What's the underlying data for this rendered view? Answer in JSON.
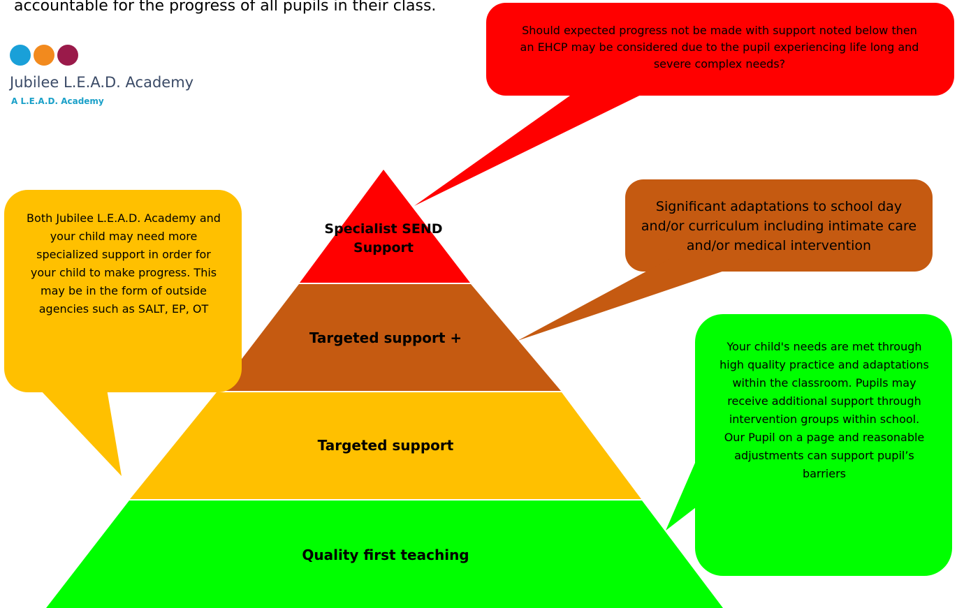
{
  "intro_text": "accountable for the progress of all pupils in their class.",
  "logo": {
    "dot_colors": [
      "#1aa0d8",
      "#f28a1e",
      "#9a1a4a"
    ],
    "school_name": "Jubilee L.E.A.D. Academy",
    "tagline": "A L.E.A.D. Academy"
  },
  "pyramid": {
    "tiers": [
      {
        "label": "Specialist SEND Support",
        "color": "#ff0000"
      },
      {
        "label": "Targeted support +",
        "color": "#c55a11"
      },
      {
        "label": "Targeted support",
        "color": "#ffc000"
      },
      {
        "label": "Quality first teaching",
        "color": "#00ff00"
      }
    ]
  },
  "callouts": {
    "ehcp": {
      "text": "Should expected progress not be made with support noted below then an EHCP may be considered due to the pupil experiencing life long and severe complex needs?",
      "color": "#ff0000"
    },
    "adaptations": {
      "text": "Significant adaptations to school day and/or curriculum including intimate care and/or medical intervention",
      "color": "#c55a11"
    },
    "specialized": {
      "text": "Both Jubilee L.E.A.D. Academy and your child may need more specialized support in order for your child to make progress. This may be in the form of outside agencies such as SALT, EP, OT",
      "color": "#ffc000"
    },
    "classroom": {
      "text": "Your child's needs are met through high quality practice and adaptations within the classroom. Pupils may receive additional support through intervention groups within school. Our Pupil on a page and reasonable adjustments can support pupil’s barriers",
      "color": "#00ff00"
    }
  }
}
